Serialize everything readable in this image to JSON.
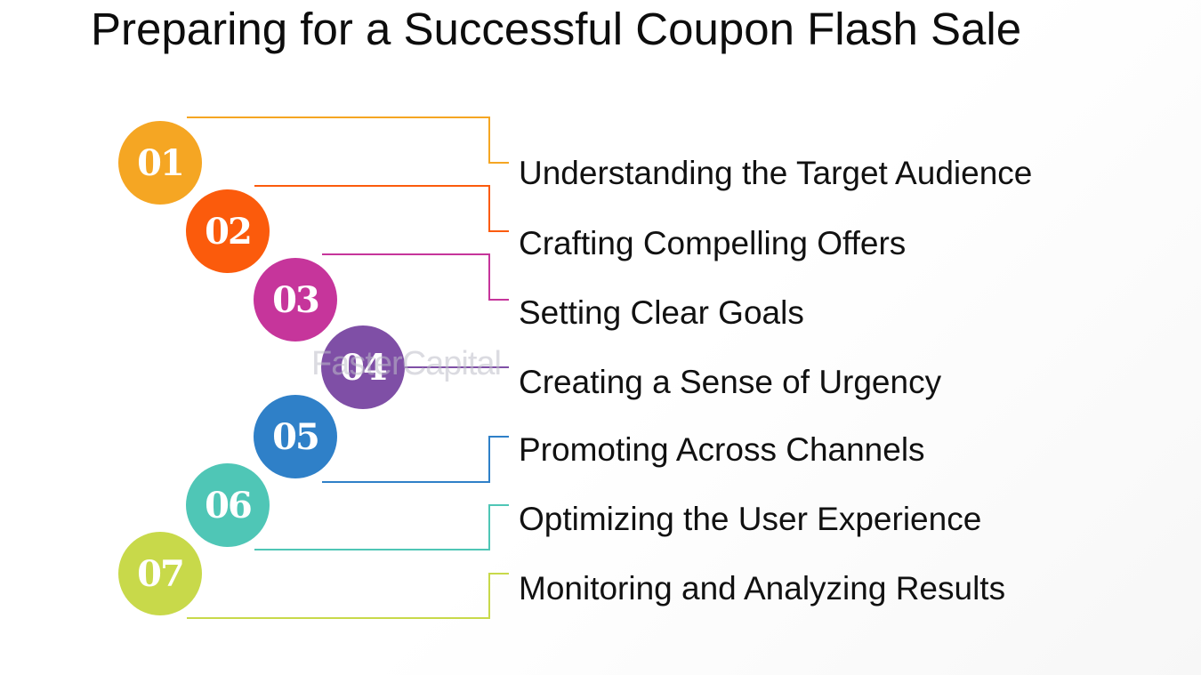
{
  "title": "Preparing for a Successful Coupon Flash Sale",
  "watermark": "FasterCapital",
  "steps": [
    {
      "number": "01",
      "label": "Understanding the Target Audience",
      "color": "#F5A623"
    },
    {
      "number": "02",
      "label": "Crafting Compelling Offers",
      "color": "#FB5B0C"
    },
    {
      "number": "03",
      "label": "Setting Clear Goals",
      "color": "#C6359B"
    },
    {
      "number": "04",
      "label": "Creating a Sense of Urgency",
      "color": "#7F4FA6"
    },
    {
      "number": "05",
      "label": "Promoting Across Channels",
      "color": "#2F80C8"
    },
    {
      "number": "06",
      "label": "Optimizing the User Experience",
      "color": "#4FC6B6"
    },
    {
      "number": "07",
      "label": "Monitoring and Analyzing Results",
      "color": "#C8D94A"
    }
  ]
}
